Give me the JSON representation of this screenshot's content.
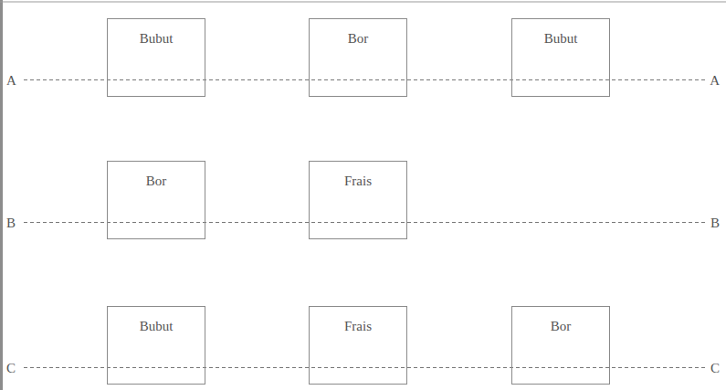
{
  "diagram": {
    "nodes": [
      {
        "text": [
          "Bubut"
        ]
      },
      {
        "text": [
          "Bor"
        ]
      },
      {
        "text": [
          "Bubut"
        ]
      },
      {
        "text": [
          "Bor"
        ]
      },
      {
        "text": [
          "Frais"
        ]
      },
      {
        "text": [
          "Bubut"
        ]
      },
      {
        "text": [
          "Frais"
        ]
      },
      {
        "text": [
          "Bor"
        ]
      }
    ],
    "labels": [
      "A",
      "A",
      "B",
      "B",
      "C",
      "C"
    ]
  }
}
